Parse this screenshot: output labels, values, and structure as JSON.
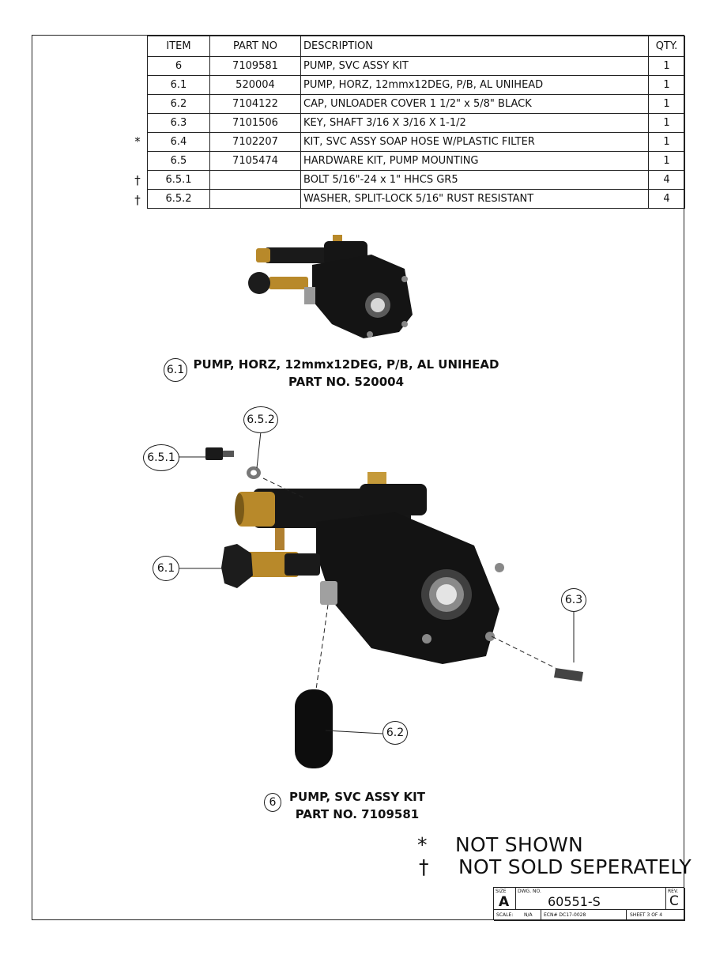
{
  "bom": {
    "headers": [
      "ITEM",
      "PART NO",
      "DESCRIPTION",
      "QTY."
    ],
    "rows": [
      {
        "mark": "",
        "item": "6",
        "part": "7109581",
        "desc": "PUMP, SVC ASSY KIT",
        "qty": "1"
      },
      {
        "mark": "",
        "item": "6.1",
        "part": "520004",
        "desc": "PUMP, HORZ, 12mmx12DEG, P/B, AL UNIHEAD",
        "qty": "1"
      },
      {
        "mark": "",
        "item": "6.2",
        "part": "7104122",
        "desc": "CAP, UNLOADER COVER 1 1/2\" x 5/8\" BLACK",
        "qty": "1"
      },
      {
        "mark": "",
        "item": "6.3",
        "part": "7101506",
        "desc": "KEY, SHAFT 3/16 X 3/16 X 1-1/2",
        "qty": "1"
      },
      {
        "mark": "*",
        "item": "6.4",
        "part": "7102207",
        "desc": "KIT, SVC ASSY SOAP HOSE W/PLASTIC FILTER",
        "qty": "1"
      },
      {
        "mark": "",
        "item": "6.5",
        "part": "7105474",
        "desc": "HARDWARE KIT, PUMP MOUNTING",
        "qty": "1"
      },
      {
        "mark": "†",
        "item": "6.5.1",
        "part": "",
        "desc": "BOLT 5/16\"-24 x 1\" HHCS GR5",
        "qty": "4"
      },
      {
        "mark": "†",
        "item": "6.5.2",
        "part": "",
        "desc": "WASHER, SPLIT-LOCK 5/16\" RUST RESISTANT",
        "qty": "4"
      }
    ]
  },
  "figure1": {
    "balloon": "6.1",
    "line1": "PUMP, HORZ, 12mmx12DEG, P/B, AL UNIHEAD",
    "line2": "PART NO. 520004"
  },
  "figure2": {
    "balloon": "6",
    "line1": "PUMP, SVC ASSY KIT",
    "line2": "PART NO. 7109581",
    "callouts": [
      "6.5.2",
      "6.5.1",
      "6.1",
      "6.3",
      "6.2"
    ]
  },
  "notes": [
    {
      "symbol": "*",
      "text": "NOT SHOWN"
    },
    {
      "symbol": "†",
      "text": "NOT SOLD SEPERATELY"
    }
  ],
  "title_block": {
    "size_label": "SIZE",
    "size": "A",
    "dwg_label": "DWG. NO.",
    "dwg_no": "60551-S",
    "rev_label": "REV.",
    "rev": "C",
    "scale_label": "SCALE:",
    "scale": "N/A",
    "ecn": "ECN# DC17-0028",
    "sheet": "SHEET 3 OF 4"
  },
  "colors": {
    "line": "#222222",
    "pump_body": "#151515",
    "brass": "#b8892a"
  }
}
